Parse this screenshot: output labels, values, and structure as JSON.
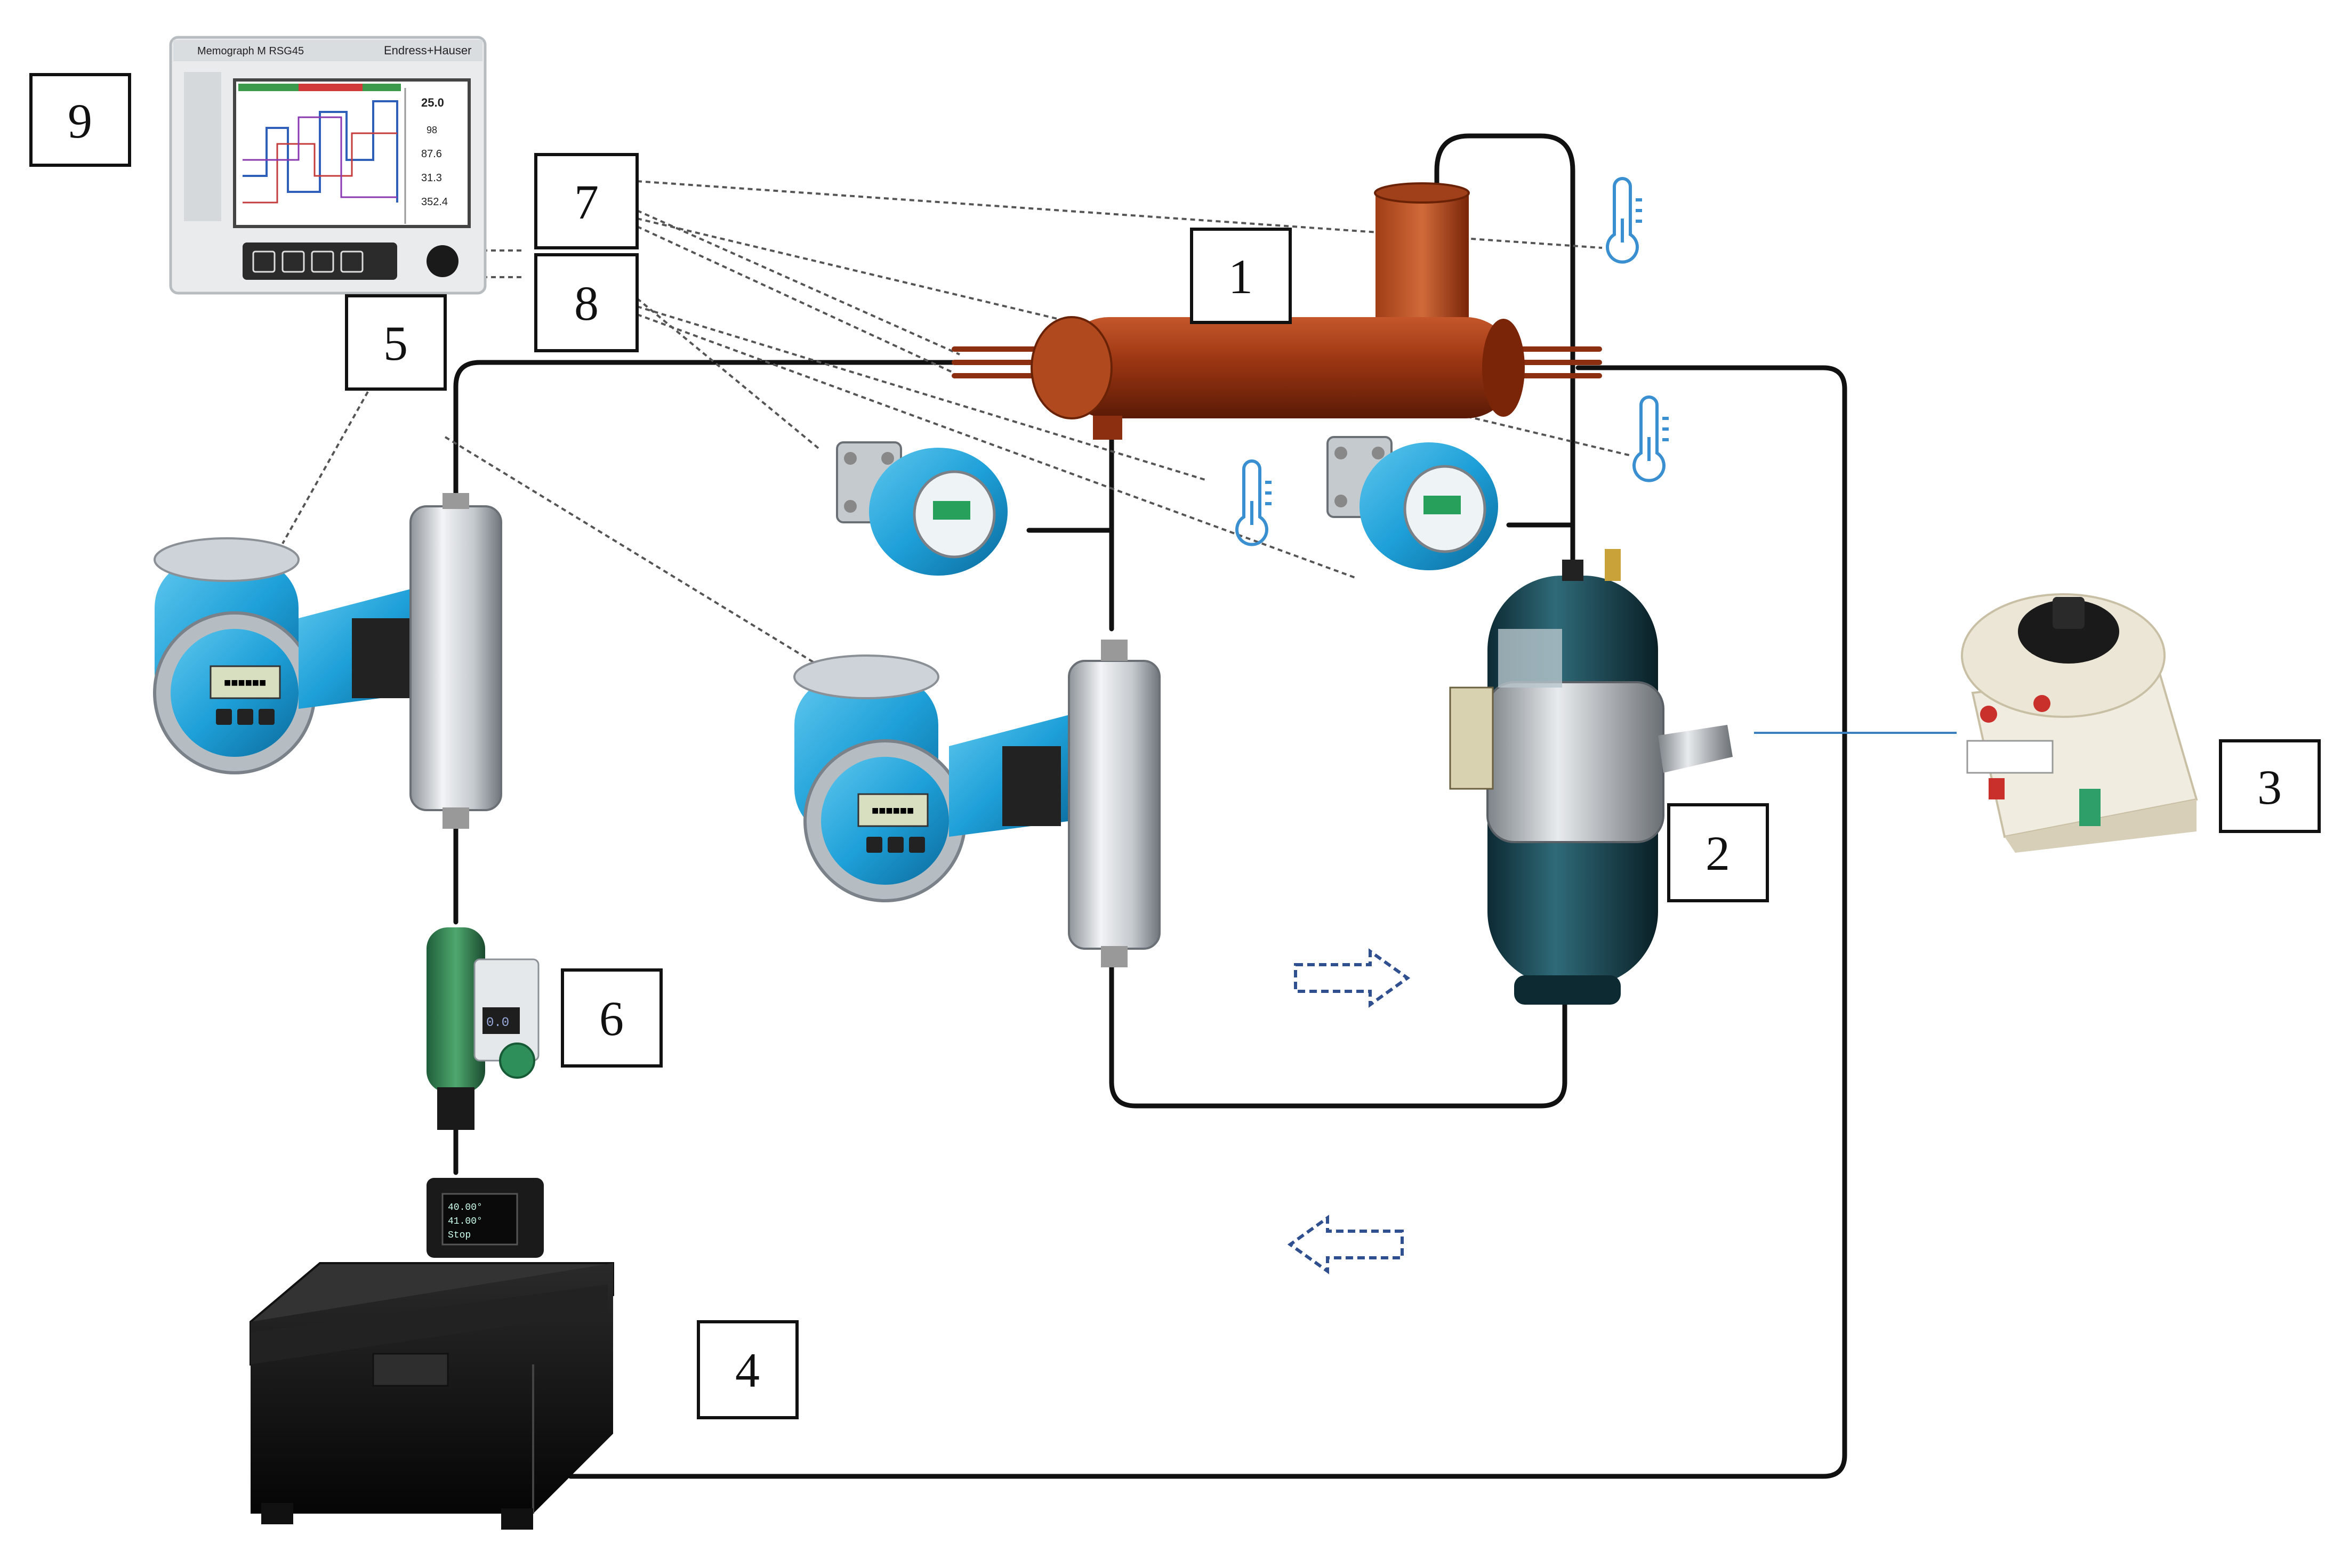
{
  "diagram": {
    "labels": [
      {
        "id": "1",
        "text": "1"
      },
      {
        "id": "2",
        "text": "2"
      },
      {
        "id": "3",
        "text": "3"
      },
      {
        "id": "4",
        "text": "4"
      },
      {
        "id": "5",
        "text": "5"
      },
      {
        "id": "6",
        "text": "6"
      },
      {
        "id": "7",
        "text": "7"
      },
      {
        "id": "8",
        "text": "8"
      },
      {
        "id": "9",
        "text": "9"
      }
    ],
    "recorder_screen": {
      "values": [
        "25.0",
        "98",
        "87.6",
        "31.3",
        "352.4"
      ],
      "brand": "Endress+Hauser"
    },
    "bath_display": [
      "40.00°",
      "41.00°",
      "Stop"
    ],
    "meter_display": "■■■■■■",
    "pump_display": "0.0",
    "colors": {
      "pipe": "#111111",
      "heat_exchanger": "#8b2f10",
      "device_blue": "#1ea0d8",
      "arrow": "#2f4f8f",
      "thermometer": "#3a8fd0",
      "signal": "#555555",
      "power_line": "#3a7fc0"
    }
  }
}
